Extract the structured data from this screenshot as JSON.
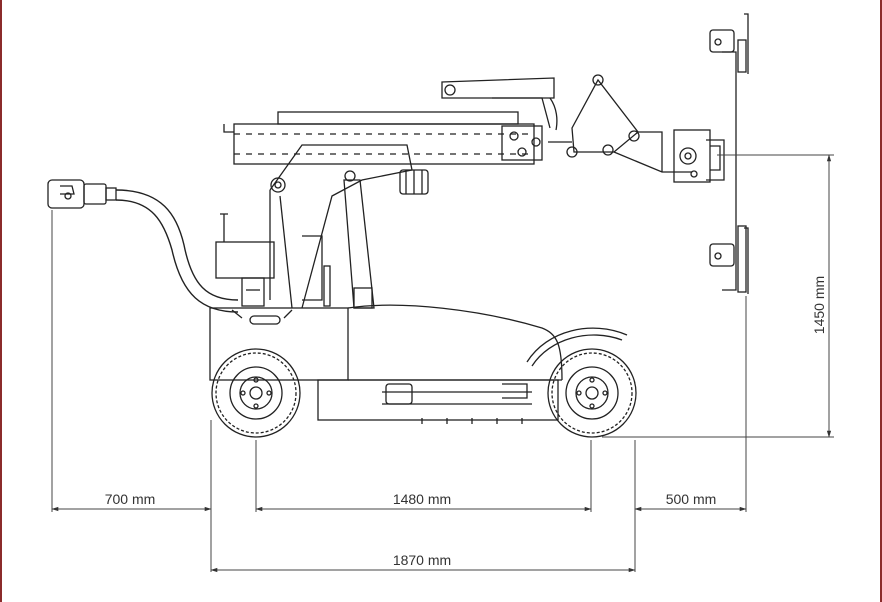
{
  "colors": {
    "frame_border": "#8b2b2b",
    "line": "#222222",
    "dimension": "#444444"
  },
  "dimensions": {
    "rear_overhang": "700 mm",
    "wheelbase": "1480 mm",
    "front_overhang": "500 mm",
    "overall_length": "1870 mm",
    "height": "1450 mm"
  }
}
